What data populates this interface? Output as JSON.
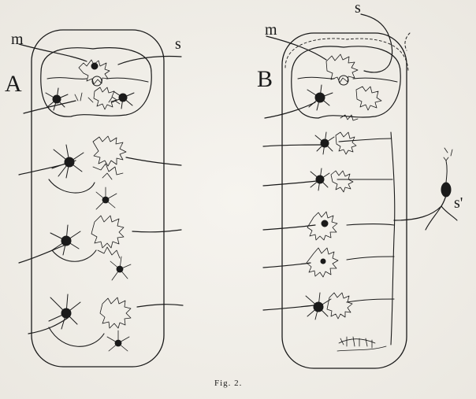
{
  "figure": {
    "caption": "Fig. 2.",
    "panel_a": {
      "letter": "A",
      "labels": {
        "m": "m",
        "s": "s"
      }
    },
    "panel_b": {
      "letter": "B",
      "labels": {
        "m": "m",
        "s": "s",
        "s_prime": "s'"
      }
    }
  },
  "colors": {
    "ink": "#1a1a1a",
    "paper": "#f4f2ed"
  }
}
